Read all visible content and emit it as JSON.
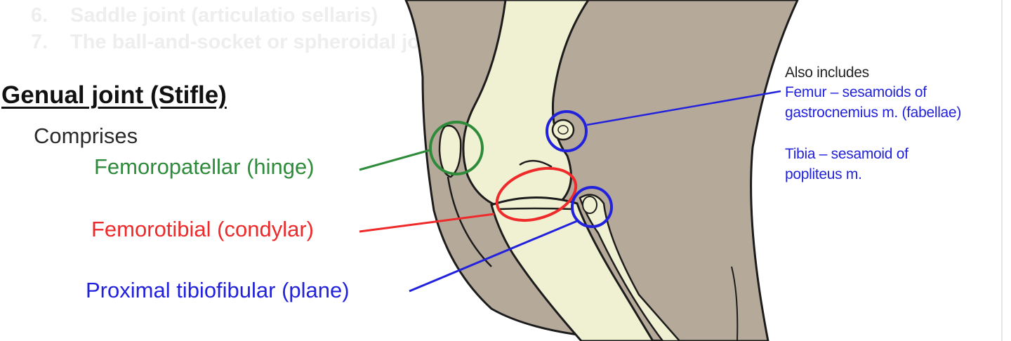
{
  "faded_list": [
    {
      "num": "6.",
      "text": "Saddle joint (articulatio sellaris)"
    },
    {
      "num": "7.",
      "text": "The ball-and-socket or spheroidal joint"
    }
  ],
  "title": "Genual joint (Stifle)",
  "comprises": "Comprises",
  "joints": [
    {
      "label": "Femoropatellar (hinge)",
      "color": "#2e8b3a"
    },
    {
      "label": "Femorotibial (condylar)",
      "color": "#ee2a2a"
    },
    {
      "label": "Proximal tibiofibular (plane)",
      "color": "#2222dd"
    }
  ],
  "sesamoids": {
    "heading": "Also includes",
    "femur_line1": "Femur – sesamoids of",
    "femur_line2": "gastrocnemius m. (fabellae)",
    "tibia_line1": "Tibia – sesamoid of",
    "tibia_line2": "popliteus m.",
    "color": "#2222dd"
  },
  "colors": {
    "limb": "#b5a99a",
    "bone": "#f0f0d2",
    "outline": "#1c1c1c"
  }
}
